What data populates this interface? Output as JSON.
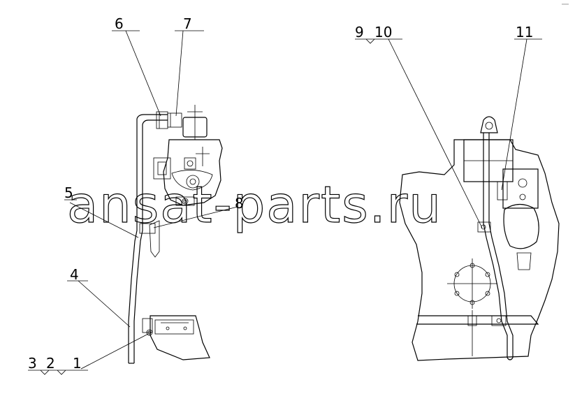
{
  "callouts": {
    "c1": "1",
    "c2": "2",
    "c3": "3",
    "c4": "4",
    "c5": "5",
    "c6": "6",
    "c7": "7",
    "c8": "8",
    "c9": "9",
    "c10": "10",
    "c11": "11"
  },
  "watermark": "ansat-parts.ru"
}
